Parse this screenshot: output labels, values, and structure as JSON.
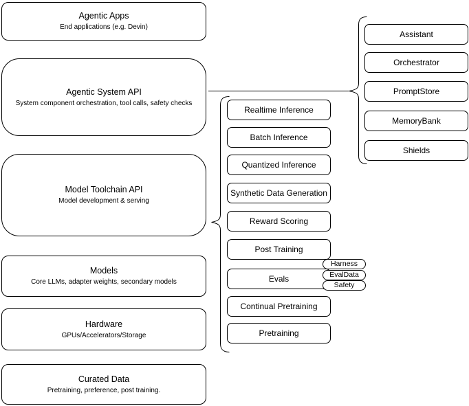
{
  "left_column": [
    {
      "title": "Agentic Apps",
      "subtitle": "End applications (e.g. Devin)"
    },
    {
      "title": "Agentic System API",
      "subtitle": "System component orchestration, tool calls, safety checks"
    },
    {
      "title": "Model Toolchain API",
      "subtitle": "Model development & serving"
    },
    {
      "title": "Models",
      "subtitle": "Core LLMs, adapter weights, secondary models"
    },
    {
      "title": "Hardware",
      "subtitle": "GPUs/Accelerators/Storage"
    },
    {
      "title": "Curated Data",
      "subtitle": "Pretraining, preference, post training."
    }
  ],
  "toolchain_services": [
    {
      "label": "Realtime Inference"
    },
    {
      "label": "Batch Inference"
    },
    {
      "label": "Quantized Inference"
    },
    {
      "label": "Synthetic Data Generation"
    },
    {
      "label": "Reward Scoring"
    },
    {
      "label": "Post Training"
    },
    {
      "label": "Evals"
    },
    {
      "label": "Continual Pretraining"
    },
    {
      "label": "Pretraining"
    }
  ],
  "eval_tags": [
    {
      "label": "Harness"
    },
    {
      "label": "EvalData"
    },
    {
      "label": "Safety"
    }
  ],
  "system_components": [
    {
      "label": "Assistant"
    },
    {
      "label": "Orchestrator"
    },
    {
      "label": "PromptStore"
    },
    {
      "label": "MemoryBank"
    },
    {
      "label": "Shields"
    }
  ],
  "colors": {
    "stroke": "#000000",
    "fill": "#ffffff",
    "text": "#000000"
  }
}
